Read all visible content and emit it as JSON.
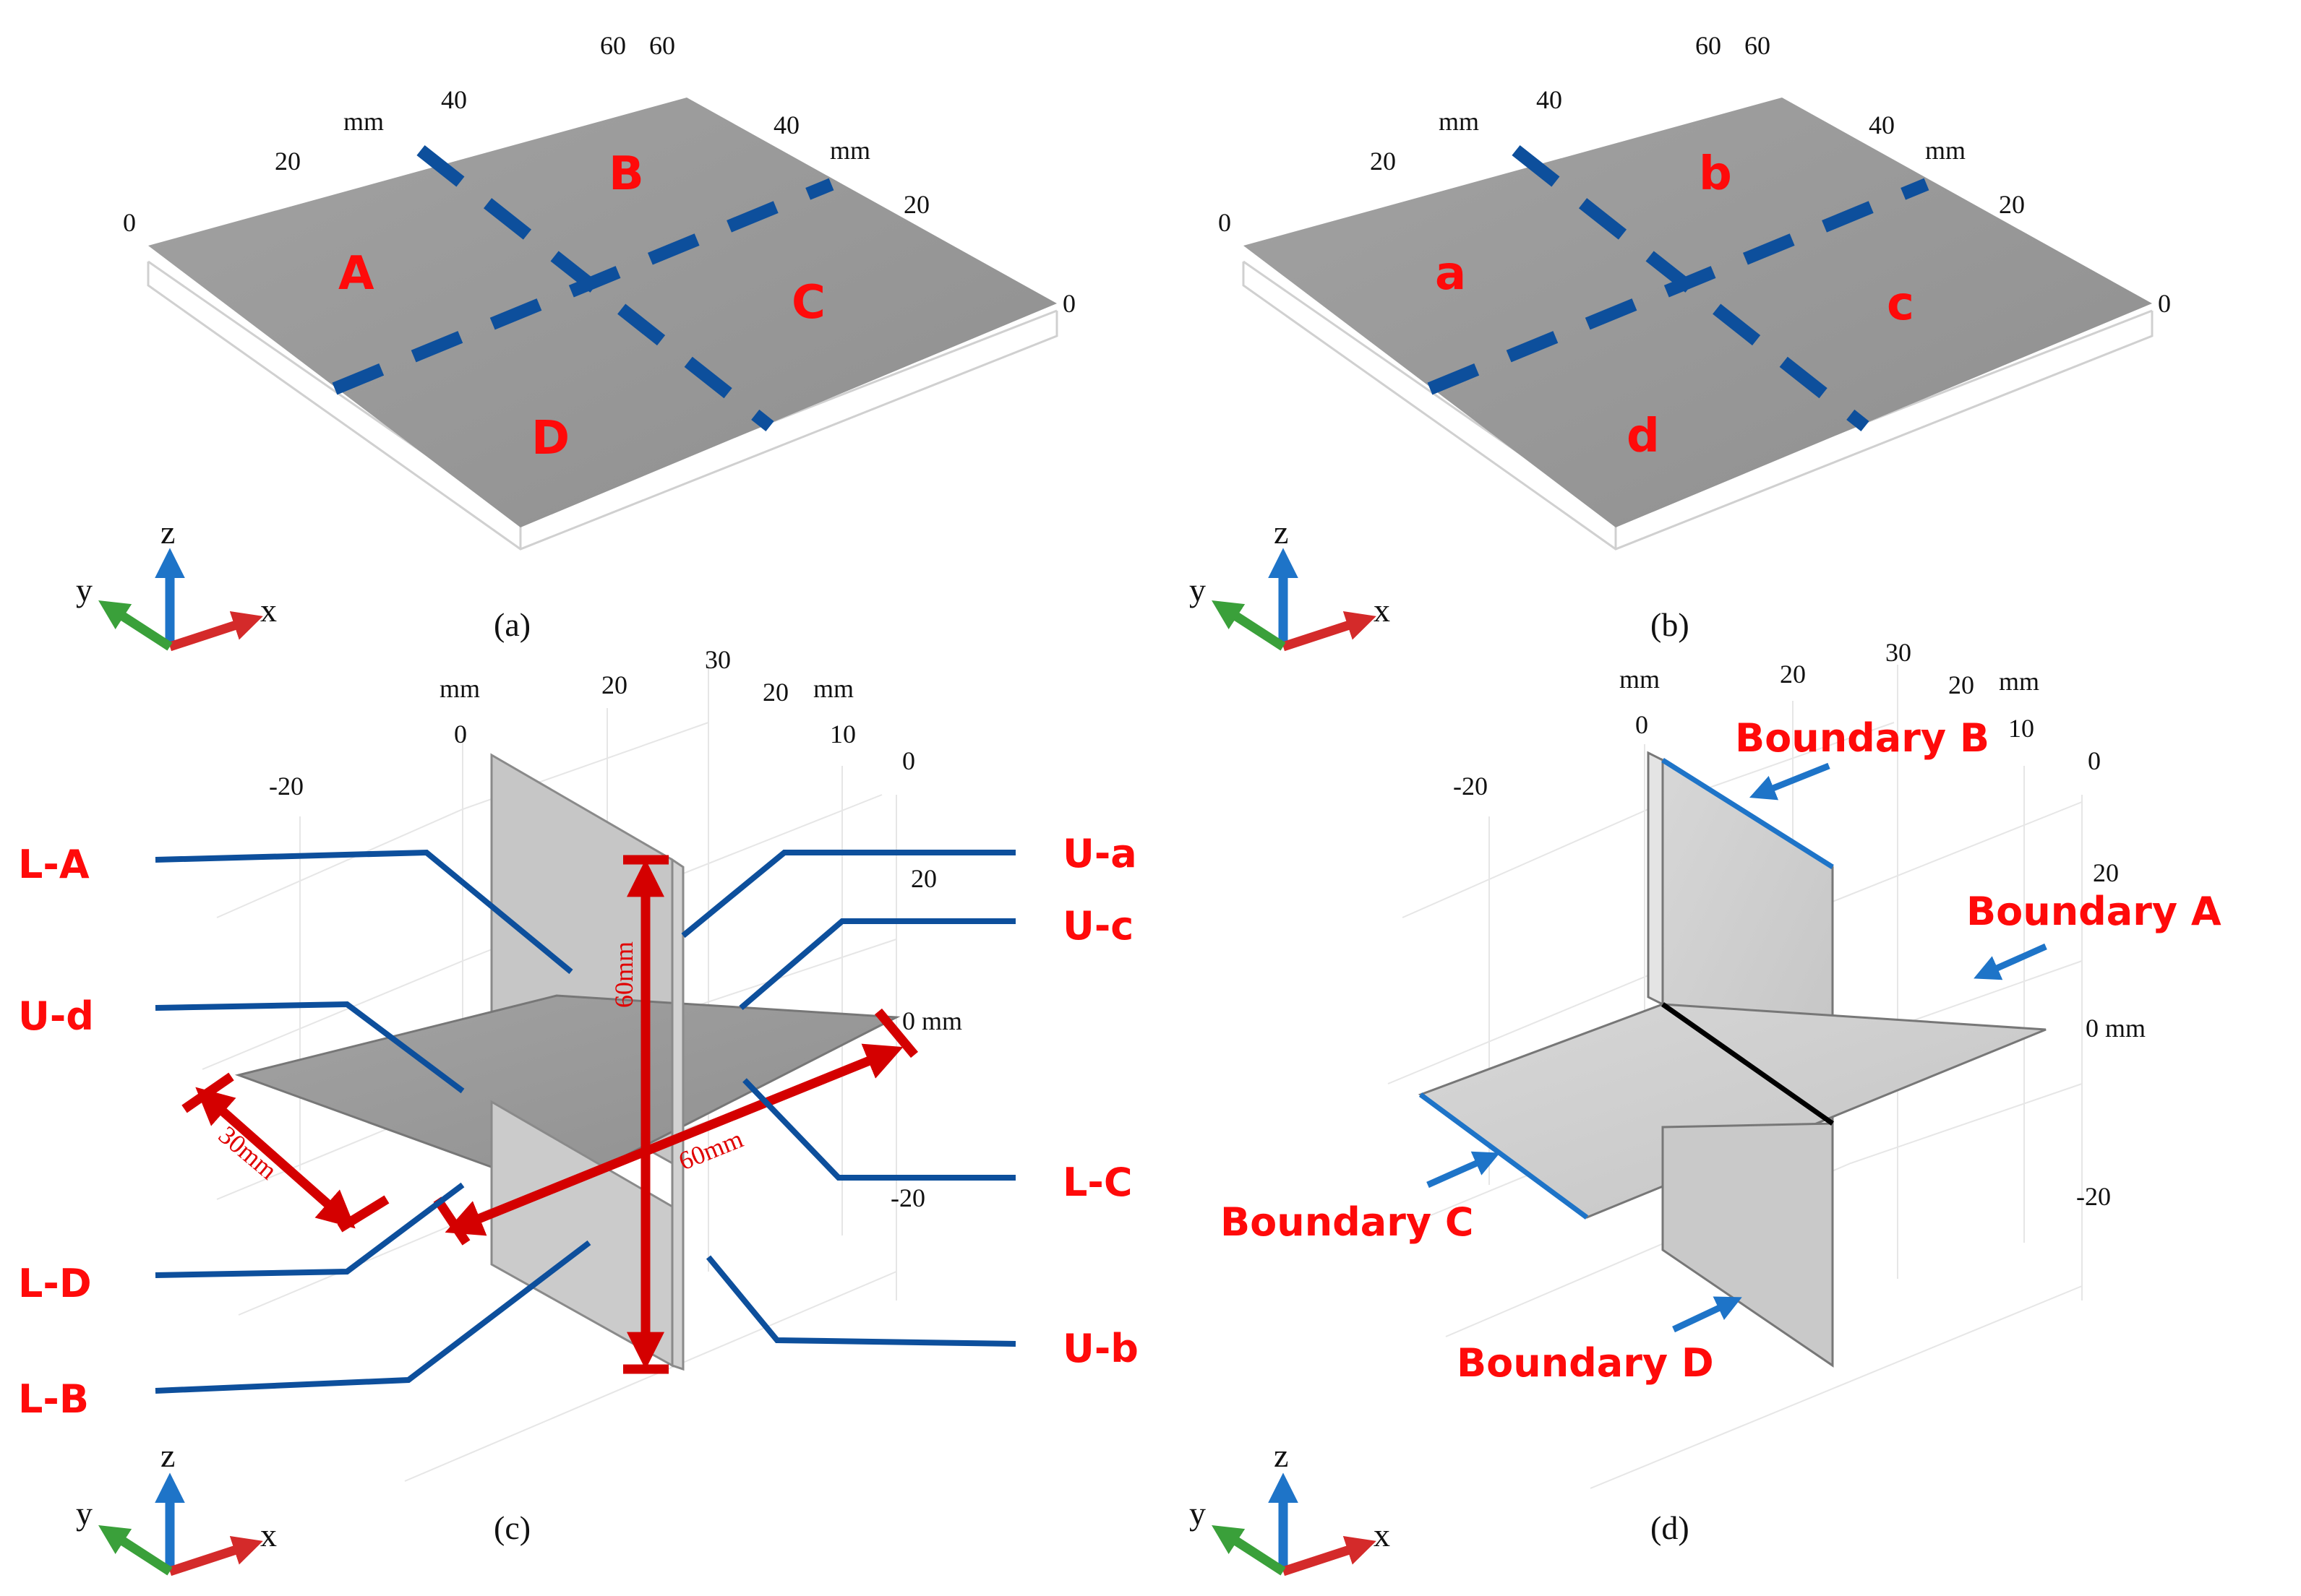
{
  "panels": {
    "a": {
      "caption": "(a)",
      "regions": [
        "A",
        "B",
        "C",
        "D"
      ],
      "ticks_left": [
        "0",
        "20",
        "40",
        "60"
      ],
      "ticks_right": [
        "60",
        "40",
        "20",
        "0"
      ],
      "unit_left": "mm",
      "unit_right": "mm"
    },
    "b": {
      "caption": "(b)",
      "regions": [
        "a",
        "b",
        "c",
        "d"
      ],
      "ticks_left": [
        "0",
        "20",
        "40",
        "60"
      ],
      "ticks_right": [
        "60",
        "40",
        "20",
        "0"
      ],
      "unit_left": "mm",
      "unit_right": "mm"
    },
    "c": {
      "caption": "(c)",
      "labels_left": [
        "L-A",
        "U-d",
        "L-D",
        "L-B"
      ],
      "labels_right": [
        "U-a",
        "U-c",
        "L-C",
        "U-b"
      ],
      "ticks": [
        "mm",
        "0",
        "20",
        "30",
        "20",
        "mm",
        "10",
        "-20",
        "0",
        "20",
        "0 mm",
        "-20"
      ],
      "dims": [
        "60mm",
        "60mm",
        "30mm"
      ]
    },
    "d": {
      "caption": "(d)",
      "boundaries": [
        "Boundary B",
        "Boundary A",
        "Boundary C",
        "Boundary D"
      ],
      "ticks": [
        "mm",
        "0",
        "20",
        "30",
        "20",
        "mm",
        "10",
        "-20",
        "0",
        "20",
        "0 mm",
        "-20"
      ]
    }
  },
  "axes_triad": {
    "x": "x",
    "y": "y",
    "z": "z"
  },
  "colors": {
    "region_labels": "#ff0a0a",
    "dashed_lines": "#0d4f9c",
    "dimension_arrows": "#d40000",
    "axis_x": "#d42a2a",
    "axis_y": "#3aa03a",
    "axis_z": "#1e74c8",
    "surface": "#9a9a9a"
  }
}
